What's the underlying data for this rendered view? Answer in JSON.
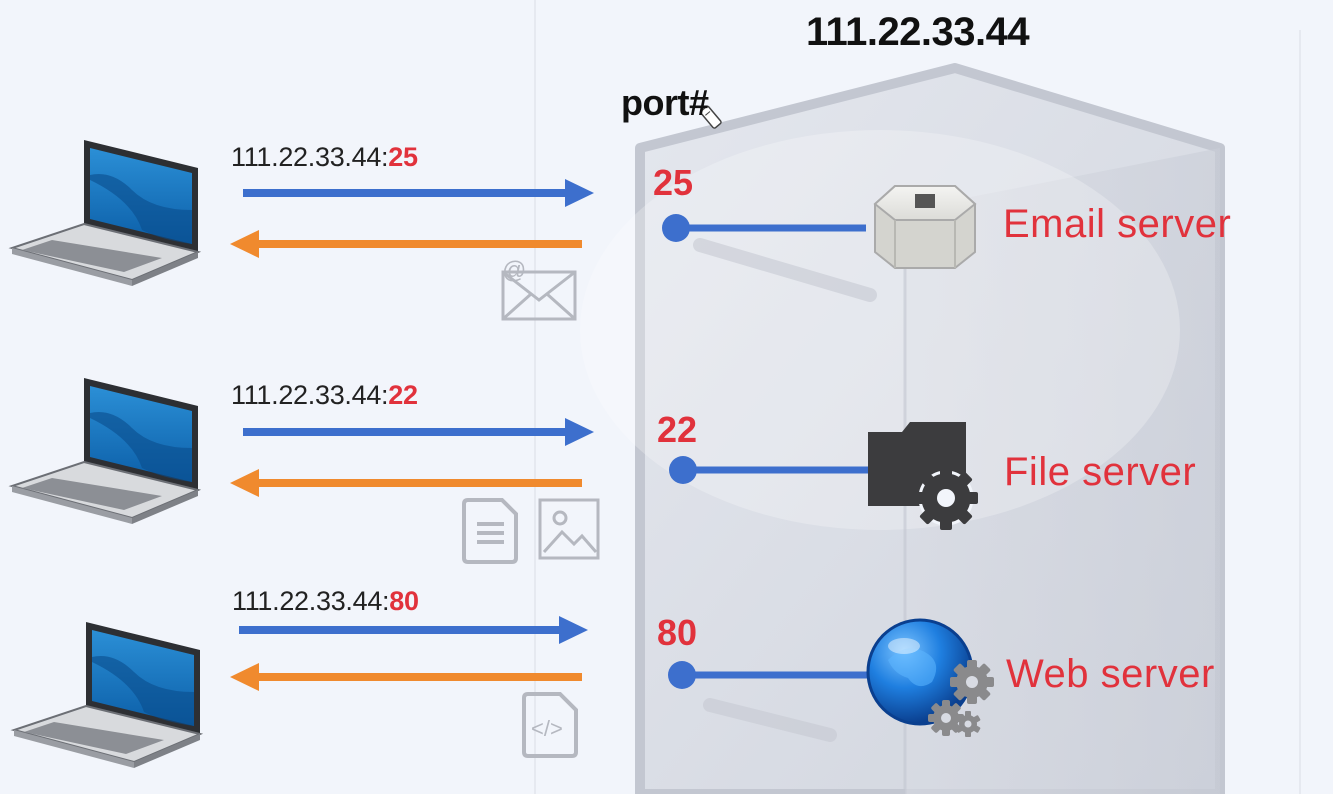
{
  "server_ip": "111.22.33.44",
  "port_header": "port#",
  "connections": [
    {
      "address": "111.22.33.44:",
      "port": "25",
      "service": "Email server",
      "client_icon": "laptop-icon",
      "payload_icons": [
        "email-icon"
      ],
      "service_icon": "mail-server-box-icon"
    },
    {
      "address": "111.22.33.44:",
      "port": "22",
      "service": "File server",
      "client_icon": "laptop-icon",
      "payload_icons": [
        "document-icon",
        "image-icon"
      ],
      "service_icon": "folder-gear-icon"
    },
    {
      "address": "111.22.33.44:",
      "port": "80",
      "service": "Web server",
      "client_icon": "laptop-icon",
      "payload_icons": [
        "code-file-icon"
      ],
      "service_icon": "globe-gears-icon"
    }
  ],
  "colors": {
    "request_arrow": "#3d6fcd",
    "response_arrow": "#f08a2e",
    "port_text": "#e1323c",
    "service_text": "#e1323c",
    "port_line": "#3d6fcd"
  }
}
